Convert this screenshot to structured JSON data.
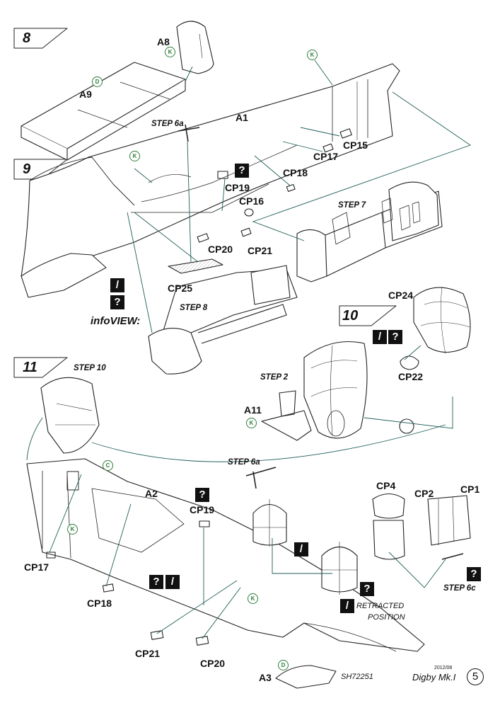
{
  "steps": {
    "s8": "8",
    "s9": "9",
    "s10": "10",
    "s11": "11"
  },
  "step_labels": {
    "step6a_top": "STEP 6a",
    "step7": "STEP 7",
    "step8": "STEP 8",
    "step10": "STEP 10",
    "step2": "STEP 2",
    "step6a_mid": "STEP 6a",
    "step6c": "STEP 6c"
  },
  "parts": {
    "A8": "A8",
    "A9": "A9",
    "A1": "A1",
    "CP15": "CP15",
    "CP17_top": "CP17",
    "CP18_top": "CP18",
    "CP19_top": "CP19",
    "CP16": "CP16",
    "CP20_top": "CP20",
    "CP21_top": "CP21",
    "CP25": "CP25",
    "CP24": "CP24",
    "CP22": "CP22",
    "A11": "A11",
    "A2": "A2",
    "CP19_bot": "CP19",
    "CP4": "CP4",
    "CP2": "CP2",
    "CP1": "CP1",
    "CP17_bot": "CP17",
    "CP18_bot": "CP18",
    "CP21_bot": "CP21",
    "CP20_bot": "CP20",
    "A3": "A3"
  },
  "badges": {
    "question": "?",
    "slash": "/"
  },
  "paint_codes": {
    "K": "K",
    "D": "D",
    "C": "C"
  },
  "notes": {
    "infoview": "infoVIEW:",
    "retracted": "RETRACTED",
    "position": "POSITION"
  },
  "footer": {
    "code": "SH72251",
    "date": "2012/08",
    "title": "Digby Mk.I",
    "page": "5"
  },
  "colors": {
    "ink": "#111111",
    "leader": "#1f5f5a",
    "paint_marker": "#2e7d3a"
  }
}
